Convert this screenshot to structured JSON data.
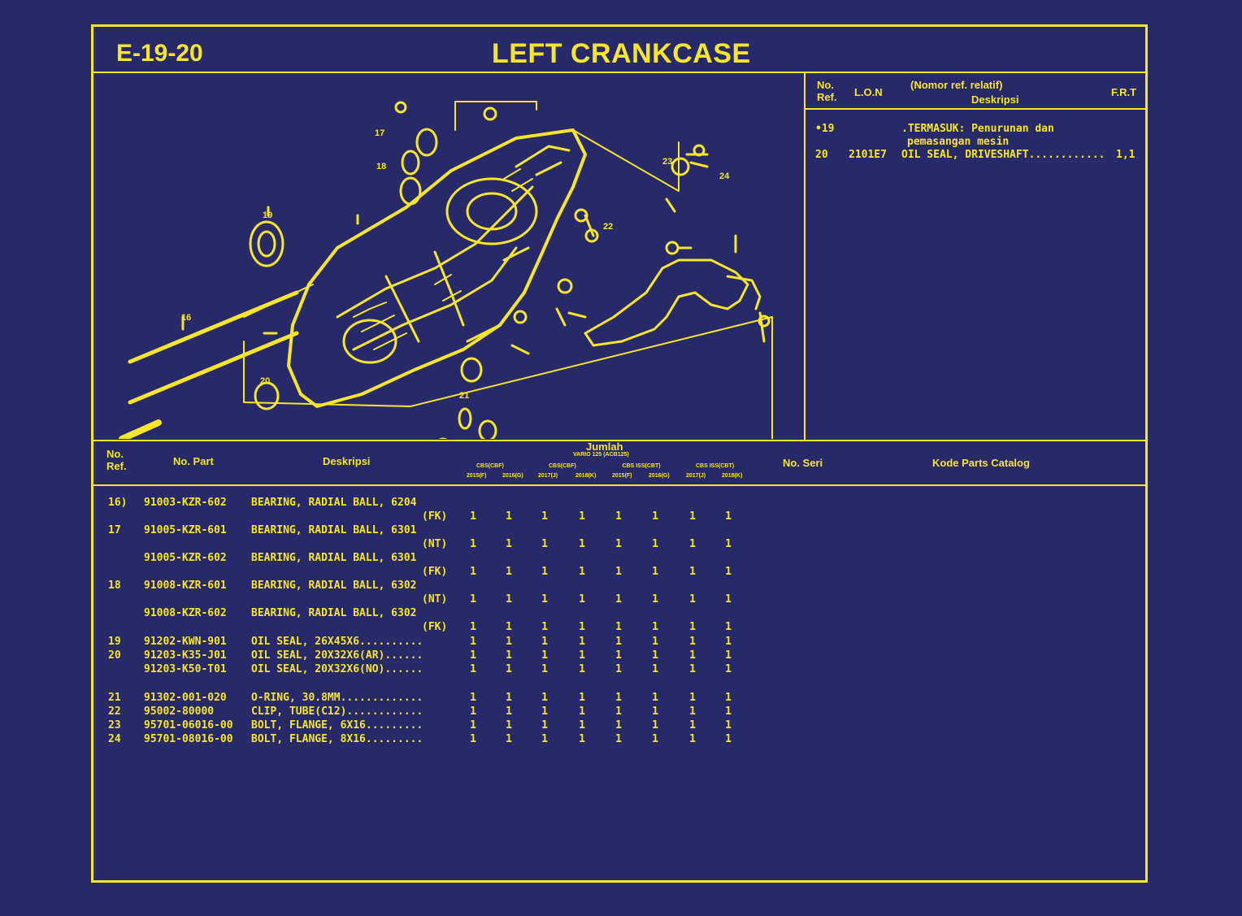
{
  "page": {
    "code": "E-19-20",
    "title": "LEFT CRANKCASE"
  },
  "colors": {
    "background": "#272968",
    "ink": "#f6e62a"
  },
  "ref_table": {
    "headers": {
      "no_ref": "No.\nRef.",
      "lon": "L.O.N",
      "nomor": "(Nomor ref. relatif)",
      "deskripsi": "Deskripsi",
      "frt": "F.R.T"
    },
    "rows": [
      {
        "ref": "•19",
        "lon": "",
        "desc": ".TERMASUK: Penurunan dan",
        "frt": ""
      },
      {
        "ref": "",
        "lon": "",
        "desc": "pemasangan mesin",
        "frt": ""
      },
      {
        "ref": "20",
        "lon": "2101E7",
        "desc": "OIL SEAL, DRIVESHAFT............",
        "frt": "1,1"
      }
    ]
  },
  "diagram": {
    "icon": "left-crankcase-exploded-view",
    "callouts": [
      "17",
      "18",
      "16",
      "19",
      "20",
      "21",
      "22",
      "23",
      "24"
    ]
  },
  "parts_table": {
    "headers": {
      "no_ref": "No.\nRef.",
      "no_part": "No. Part",
      "deskripsi": "Deskripsi",
      "jumlah": "Jumlah",
      "model": "VARIO 125 (ACB125)",
      "groups": [
        "CBS(CBF)",
        "CBS(CBF)",
        "CBS ISS(CBT)",
        "CBS ISS(CBT)"
      ],
      "years": [
        "2015(F)",
        "2016(G)",
        "2017(J)",
        "2018(K)",
        "2015(F)",
        "2016(G)",
        "2017(J)",
        "2018(K)"
      ],
      "no_seri": "No. Seri",
      "kode": "Kode Parts Catalog"
    },
    "rows": [
      {
        "ref": "16)",
        "part": "91003-KZR-602",
        "desc": "BEARING, RADIAL BALL, 6204",
        "qty": []
      },
      {
        "ref": "",
        "part": "",
        "desc": "(FK)",
        "qty": [
          "1",
          "1",
          "1",
          "1",
          "1",
          "1",
          "1",
          "1"
        ]
      },
      {
        "ref": "17",
        "part": "91005-KZR-601",
        "desc": "BEARING, RADIAL BALL, 6301",
        "qty": []
      },
      {
        "ref": "",
        "part": "",
        "desc": "(NT)",
        "qty": [
          "1",
          "1",
          "1",
          "1",
          "1",
          "1",
          "1",
          "1"
        ]
      },
      {
        "ref": "",
        "part": "91005-KZR-602",
        "desc": "BEARING, RADIAL BALL, 6301",
        "qty": []
      },
      {
        "ref": "",
        "part": "",
        "desc": "(FK)",
        "qty": [
          "1",
          "1",
          "1",
          "1",
          "1",
          "1",
          "1",
          "1"
        ]
      },
      {
        "ref": "18",
        "part": "91008-KZR-601",
        "desc": "BEARING, RADIAL BALL, 6302",
        "qty": []
      },
      {
        "ref": "",
        "part": "",
        "desc": "(NT)",
        "qty": [
          "1",
          "1",
          "1",
          "1",
          "1",
          "1",
          "1",
          "1"
        ]
      },
      {
        "ref": "",
        "part": "91008-KZR-602",
        "desc": "BEARING, RADIAL BALL, 6302",
        "qty": []
      },
      {
        "ref": "",
        "part": "",
        "desc": "(FK)",
        "qty": [
          "1",
          "1",
          "1",
          "1",
          "1",
          "1",
          "1",
          "1"
        ]
      },
      {
        "ref": "19",
        "part": "91202-KWN-901",
        "desc": "OIL SEAL, 26X45X6..........",
        "qty": [
          "1",
          "1",
          "1",
          "1",
          "1",
          "1",
          "1",
          "1"
        ]
      },
      {
        "ref": "20",
        "part": "91203-K35-J01",
        "desc": "OIL SEAL, 20X32X6(AR)......",
        "qty": [
          "1",
          "1",
          "1",
          "1",
          "1",
          "1",
          "1",
          "1"
        ]
      },
      {
        "ref": "",
        "part": "91203-K50-T01",
        "desc": "OIL SEAL, 20X32X6(NO)......",
        "qty": [
          "1",
          "1",
          "1",
          "1",
          "1",
          "1",
          "1",
          "1"
        ]
      },
      {
        "ref": "21",
        "part": "91302-001-020",
        "desc": "O-RING, 30.8MM.............",
        "qty": [
          "1",
          "1",
          "1",
          "1",
          "1",
          "1",
          "1",
          "1"
        ]
      },
      {
        "ref": "22",
        "part": "95002-80000",
        "desc": "CLIP, TUBE(C12)............",
        "qty": [
          "1",
          "1",
          "1",
          "1",
          "1",
          "1",
          "1",
          "1"
        ]
      },
      {
        "ref": "23",
        "part": "95701-06016-00",
        "desc": "BOLT, FLANGE, 6X16.........",
        "qty": [
          "1",
          "1",
          "1",
          "1",
          "1",
          "1",
          "1",
          "1"
        ]
      },
      {
        "ref": "24",
        "part": "95701-08016-00",
        "desc": "BOLT, FLANGE, 8X16.........",
        "qty": [
          "1",
          "1",
          "1",
          "1",
          "1",
          "1",
          "1",
          "1"
        ]
      }
    ]
  }
}
